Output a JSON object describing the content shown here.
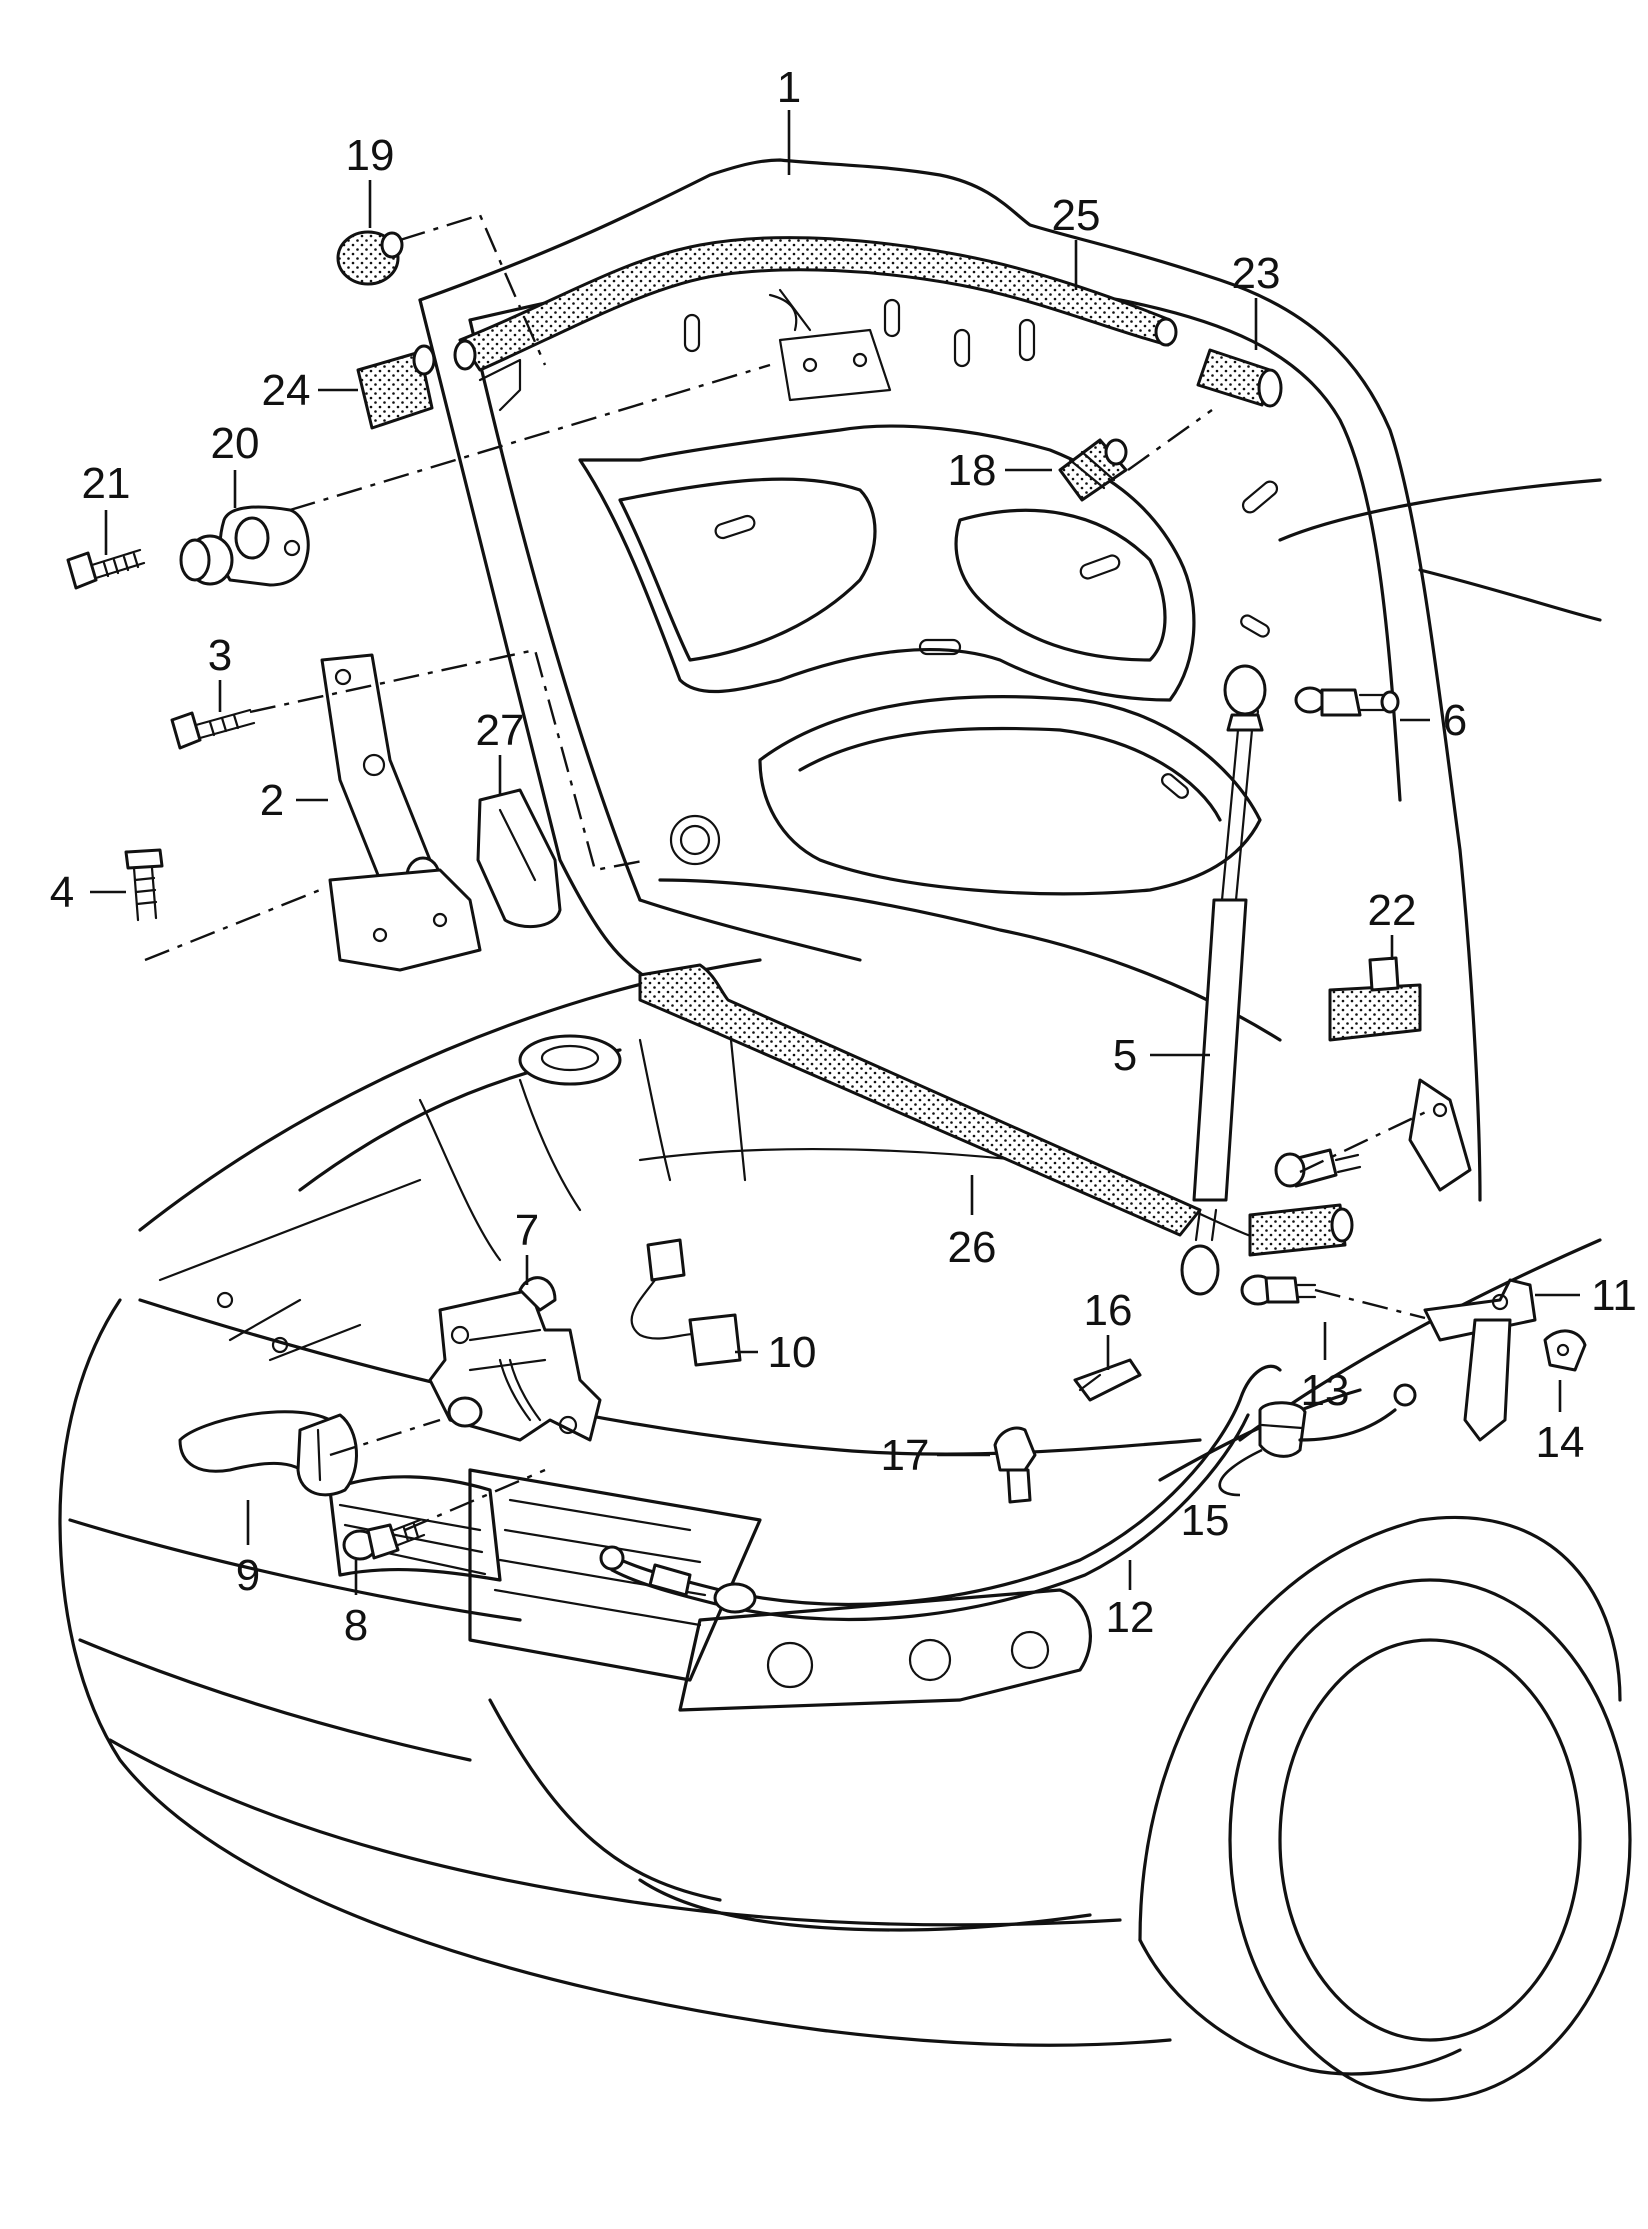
{
  "callouts": [
    {
      "id": "1",
      "label": "1"
    },
    {
      "id": "2",
      "label": "2"
    },
    {
      "id": "3",
      "label": "3"
    },
    {
      "id": "4",
      "label": "4"
    },
    {
      "id": "5",
      "label": "5"
    },
    {
      "id": "6",
      "label": "6"
    },
    {
      "id": "7",
      "label": "7"
    },
    {
      "id": "8",
      "label": "8"
    },
    {
      "id": "9",
      "label": "9"
    },
    {
      "id": "10",
      "label": "10"
    },
    {
      "id": "11",
      "label": "11"
    },
    {
      "id": "12",
      "label": "12"
    },
    {
      "id": "13",
      "label": "13"
    },
    {
      "id": "14",
      "label": "14"
    },
    {
      "id": "15",
      "label": "15"
    },
    {
      "id": "16",
      "label": "16"
    },
    {
      "id": "17",
      "label": "17"
    },
    {
      "id": "18",
      "label": "18"
    },
    {
      "id": "19",
      "label": "19"
    },
    {
      "id": "20",
      "label": "20"
    },
    {
      "id": "21",
      "label": "21"
    },
    {
      "id": "22",
      "label": "22"
    },
    {
      "id": "23",
      "label": "23"
    },
    {
      "id": "24",
      "label": "24"
    },
    {
      "id": "25",
      "label": "25"
    },
    {
      "id": "26",
      "label": "26"
    },
    {
      "id": "27",
      "label": "27"
    }
  ],
  "colors": {
    "line": "#111111",
    "background": "#ffffff"
  }
}
